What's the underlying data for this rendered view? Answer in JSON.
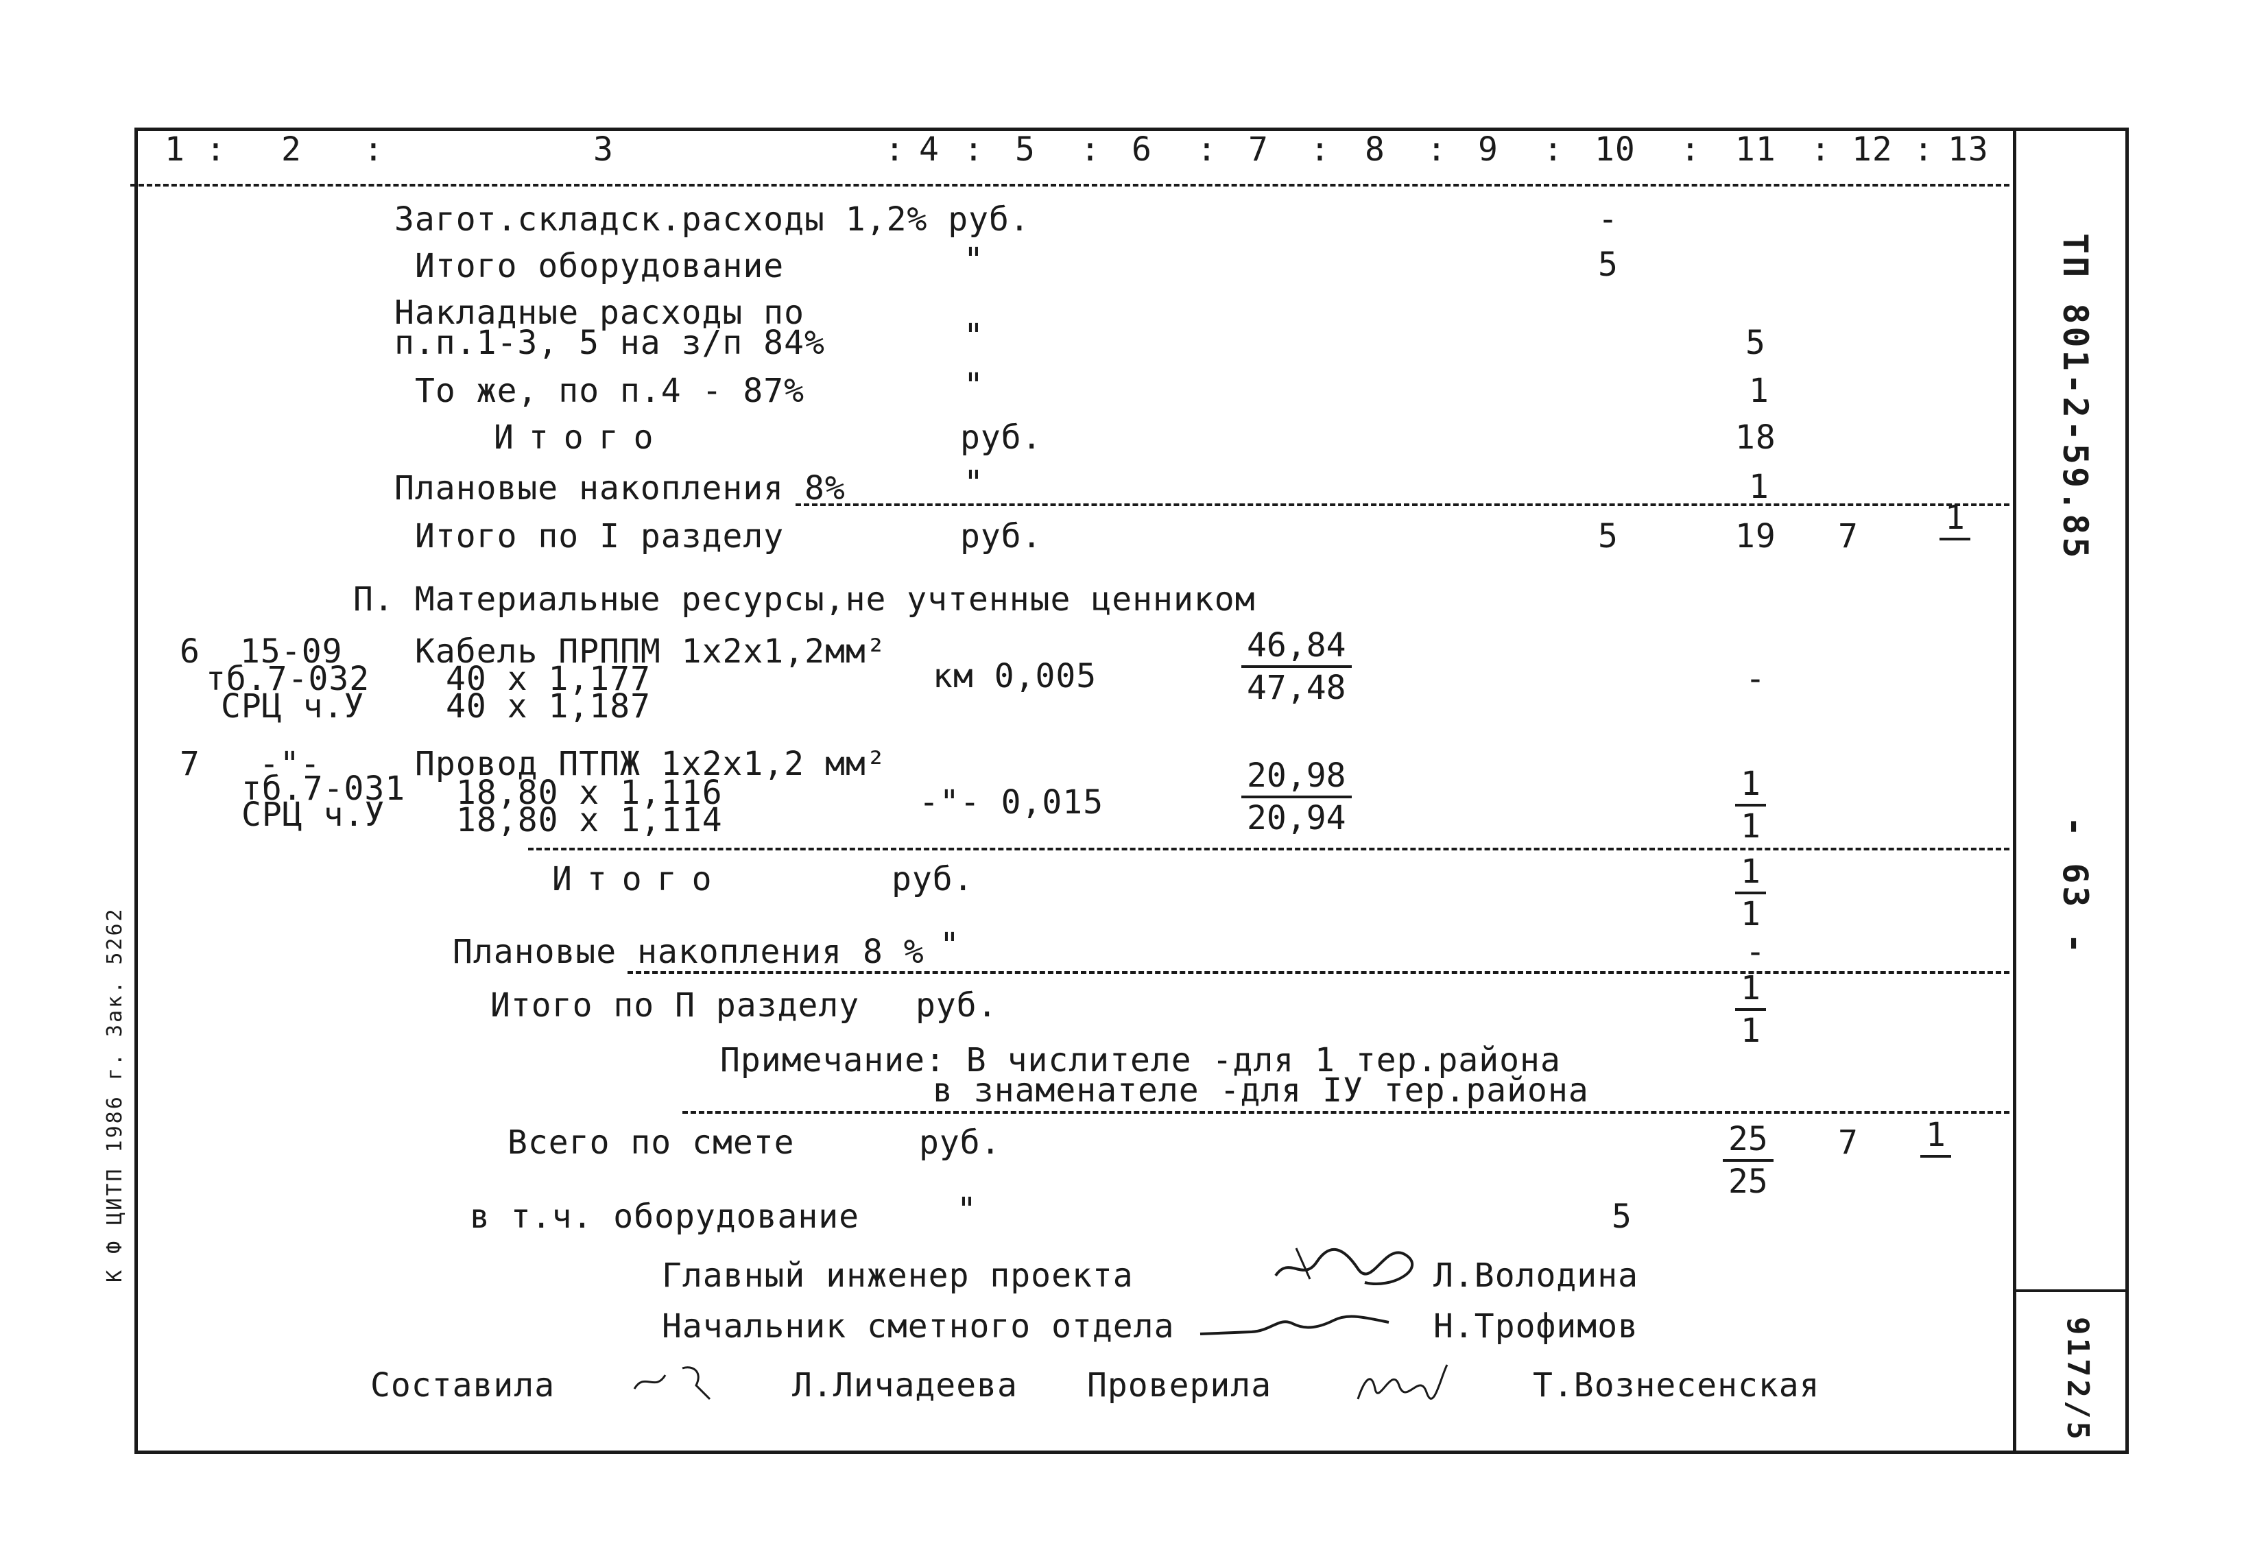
{
  "header": {
    "columns": [
      "1",
      ":",
      "2",
      ":",
      "3",
      ":",
      "4",
      ":",
      "5",
      ":",
      "6",
      ":",
      "7",
      ":",
      "8",
      ":",
      "9",
      ":",
      "10",
      ":",
      "11",
      ":",
      "12",
      ":",
      "13"
    ]
  },
  "rows": {
    "zagot_label": "Загот.складск.расходы 1,2% руб.",
    "zagot_col10": "-",
    "itogo_obor_label": "Итого оборудование",
    "itogo_obor_unit": "\"",
    "itogo_obor_col10": "5",
    "nakl_label_1": "Накладные расходы по",
    "nakl_label_2": "п.п.1-3, 5 на з/п 84%",
    "nakl_unit": "\"",
    "nakl_col11": "5",
    "tozhe_label": "То же, по п.4 - 87%",
    "tozhe_unit": "\"",
    "tozhe_col11": "1",
    "itogo1_label": "Итого",
    "itogo1_unit": "руб.",
    "itogo1_col11": "18",
    "plan1_label": "Плановые накопления  8%",
    "plan1_unit": "\"",
    "plan1_col11": "1",
    "razdel1_label": "Итого по I разделу",
    "razdel1_unit": "руб.",
    "razdel1_col10": "5",
    "razdel1_col11": "19",
    "razdel1_col12": "7",
    "razdel1_col13": "1",
    "section2_title": "П. Материальные ресурсы,не учтенные ценником",
    "item6_no": "6",
    "item6_code": "15-09",
    "item6_ref1": "тб.7-032",
    "item6_ref2": "СРЦ ч.У",
    "item6_name": "Кабель ПРППМ 1х2х1,2мм²",
    "item6_calc1": "40 х 1,177",
    "item6_calc2": "40 х 1,187",
    "item6_qty": "км 0,005",
    "item6_price_num": "46,84",
    "item6_price_den": "47,48",
    "item6_col11": "-",
    "item7_no": "7",
    "item7_code": "-\"-",
    "item7_ref1": "тб.7-031",
    "item7_ref2": "СРЦ ч.У",
    "item7_name": "Провод ПТПЖ 1х2х1,2 мм²",
    "item7_calc1": "18,80 х 1,116",
    "item7_calc2": "18,80 х 1,114",
    "item7_qty": "-\"-  0,015",
    "item7_price_num": "20,98",
    "item7_price_den": "20,94",
    "item7_col11_num": "1",
    "item7_col11_den": "1",
    "itogo2_label": "Итого",
    "itogo2_unit": "руб.",
    "itogo2_num": "1",
    "itogo2_den": "1",
    "plan2_label": "Плановые накопления 8 %",
    "plan2_unit": "\"",
    "plan2_col11": "-",
    "razdel2_label": "Итого по П разделу",
    "razdel2_unit": "руб.",
    "razdel2_num": "1",
    "razdel2_den": "1",
    "note_1": "Примечание: В числителе -для 1 тер.района",
    "note_2": "в знаменателе -для IУ тер.района",
    "vsego_label": "Всего по смете",
    "vsego_unit": "руб.",
    "vsego_num": "25",
    "vsego_den": "25",
    "vsego_col12": "7",
    "vsego_col13": "1",
    "vtch_label": "в т.ч. оборудование",
    "vtch_unit": "\"",
    "vtch_col10": "5"
  },
  "signatures": {
    "chief_title": "Главный инженер проекта",
    "chief_name": "Л.Володина",
    "head_title": "Начальник сметного отдела",
    "head_name": "Н.Трофимов",
    "compiled_title": "Составила",
    "compiled_name": "Л.Личадеева",
    "checked_title": "Проверила",
    "checked_name": "Т.Вознесенская"
  },
  "stamp": {
    "doc_code": "ТП 801-2-59.85",
    "page": "- 63 -",
    "sheet": "9172/5"
  },
  "margin_text": "К Ф ЦИТП 1986 г. Зак. 5262"
}
